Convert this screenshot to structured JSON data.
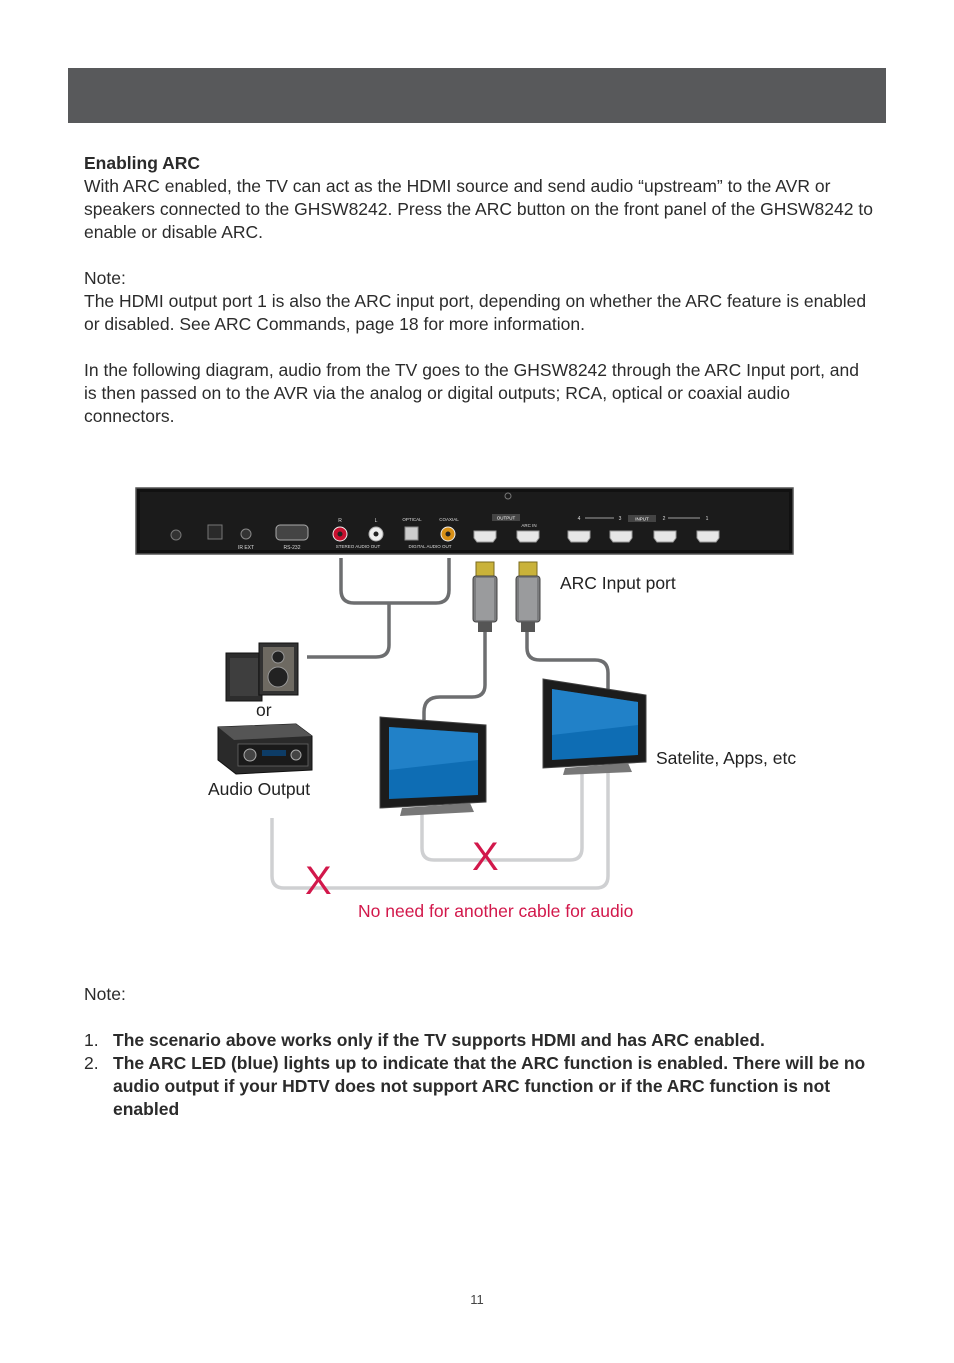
{
  "intro": {
    "heading": "Enabling ARC",
    "paragraph1": "With ARC enabled, the TV can act as the HDMI source and send audio “upstream” to the AVR or speakers connected to the GHSW8242. Press the ARC button on the front panel of the GHSW8242 to enable or disable ARC.",
    "note_label": "Note:",
    "note_text": "The HDMI output port 1 is also the ARC input port, depending on whether the ARC feature is enabled or disabled. See ARC Commands, page 18 for more information.",
    "paragraph2": "In the following diagram, audio from the TV goes to the GHSW8242 through the ARC Input port, and is then passed on to the AVR via the analog or digital outputs; RCA, optical or coaxial audio connectors."
  },
  "diagram": {
    "arc_input_label": "ARC Input port",
    "or_label": "or",
    "audio_output_label": "Audio Output",
    "source_label": "Satelite, Apps, etc",
    "x_mark_1": "X",
    "x_mark_2": "X",
    "no_cable_label": "No need for another cable for audio",
    "red_color": "#d2184b",
    "panel": {
      "ir_ext": "IR EXT",
      "rs232": "RS-232",
      "r": "R",
      "l": "L",
      "stereo_audio_out": "STEREO AUDIO OUT",
      "optical": "OPTICAL",
      "coaxial": "COAXIAL",
      "digital_audio_out": "DIGITAL AUDIO OUT",
      "output": "OUTPUT",
      "arc_in": "ARC IN",
      "input": "INPUT",
      "in4": "4",
      "in3": "3",
      "in2": "2",
      "in1": "1"
    }
  },
  "notes": {
    "label": "Note:",
    "items": [
      {
        "num": "1.",
        "text": "The scenario above works only if the TV supports HDMI and has ARC enabled."
      },
      {
        "num": "2.",
        "text": "The ARC LED (blue) lights up to indicate that the ARC function is enabled. There will be no audio output if your HDTV does not support ARC function or if the ARC function is not enabled"
      }
    ]
  },
  "page_number": "11"
}
